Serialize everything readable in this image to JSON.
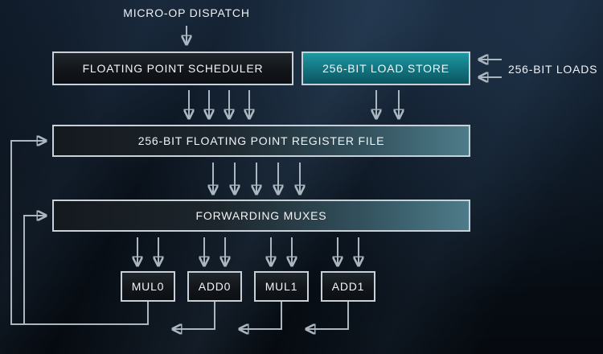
{
  "diagram": {
    "dispatch_label": "MICRO-OP DISPATCH",
    "scheduler_label": "FLOATING POINT SCHEDULER",
    "load_store_label": "256-BIT LOAD STORE",
    "loads_label": "256-BIT LOADS",
    "register_file_label": "256-BIT FLOATING POINT REGISTER FILE",
    "forwarding_label": "FORWARDING MUXES",
    "units": [
      {
        "label": "MUL0"
      },
      {
        "label": "ADD0"
      },
      {
        "label": "MUL1"
      },
      {
        "label": "ADD1"
      }
    ],
    "colors": {
      "background": "#0a121c",
      "teal_accent": "#1b97a2",
      "box_border": "#c9d1d8",
      "arrow": "#aab6c0"
    }
  }
}
